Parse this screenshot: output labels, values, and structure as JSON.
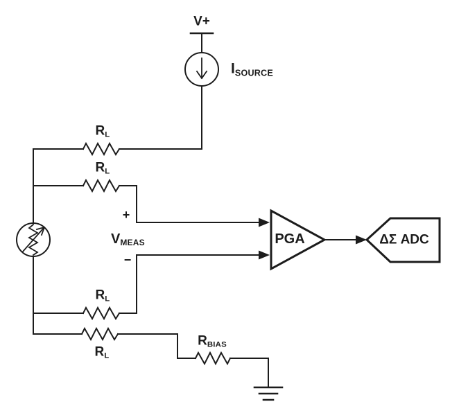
{
  "colors": {
    "line": "#1c1c1c",
    "background": "#ffffff"
  },
  "labels": {
    "supply": "V+",
    "current_source": {
      "main": "I",
      "sub": "SOURCE"
    },
    "lead_resistors": [
      {
        "main": "R",
        "sub": "L"
      },
      {
        "main": "R",
        "sub": "L"
      },
      {
        "main": "R",
        "sub": "L"
      },
      {
        "main": "R",
        "sub": "L"
      }
    ],
    "vmeas": {
      "main": "V",
      "sub": "MEAS"
    },
    "vmeas_plus": "+",
    "vmeas_minus": "−",
    "rbias": {
      "main": "R",
      "sub": "BIAS"
    },
    "pga": "PGA",
    "adc": "ΔΣ ADC"
  }
}
